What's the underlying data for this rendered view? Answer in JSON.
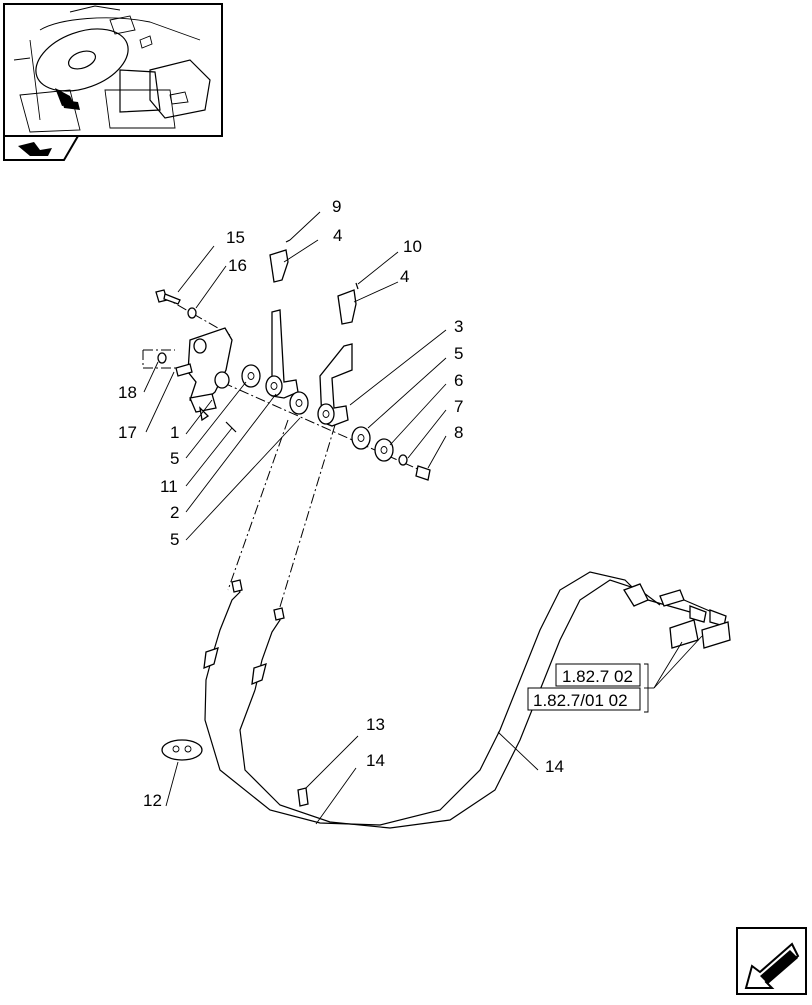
{
  "diagram": {
    "callouts": [
      {
        "id": "c15",
        "text": "15"
      },
      {
        "id": "c16",
        "text": "16"
      },
      {
        "id": "c9",
        "text": "9"
      },
      {
        "id": "c4a",
        "text": "4"
      },
      {
        "id": "c10",
        "text": "10"
      },
      {
        "id": "c4b",
        "text": "4"
      },
      {
        "id": "c3",
        "text": "3"
      },
      {
        "id": "c5a",
        "text": "5"
      },
      {
        "id": "c6",
        "text": "6"
      },
      {
        "id": "c7",
        "text": "7"
      },
      {
        "id": "c8",
        "text": "8"
      },
      {
        "id": "c18",
        "text": "18"
      },
      {
        "id": "c17",
        "text": "17"
      },
      {
        "id": "c1",
        "text": "1"
      },
      {
        "id": "c5b",
        "text": "5"
      },
      {
        "id": "c11",
        "text": "11"
      },
      {
        "id": "c2",
        "text": "2"
      },
      {
        "id": "c5c",
        "text": "5"
      },
      {
        "id": "c13",
        "text": "13"
      },
      {
        "id": "c14a",
        "text": "14"
      },
      {
        "id": "c14b",
        "text": "14"
      },
      {
        "id": "c12",
        "text": "12"
      }
    ],
    "references": [
      {
        "id": "r1",
        "text": "1.82.7 02"
      },
      {
        "id": "r2",
        "text": "1.82.7/01 02"
      }
    ]
  },
  "icons": {
    "thumbnail": "tractor-cab-interior-thumbnail",
    "section": "section-tab-icon",
    "nav": "next-page-arrow-icon"
  }
}
